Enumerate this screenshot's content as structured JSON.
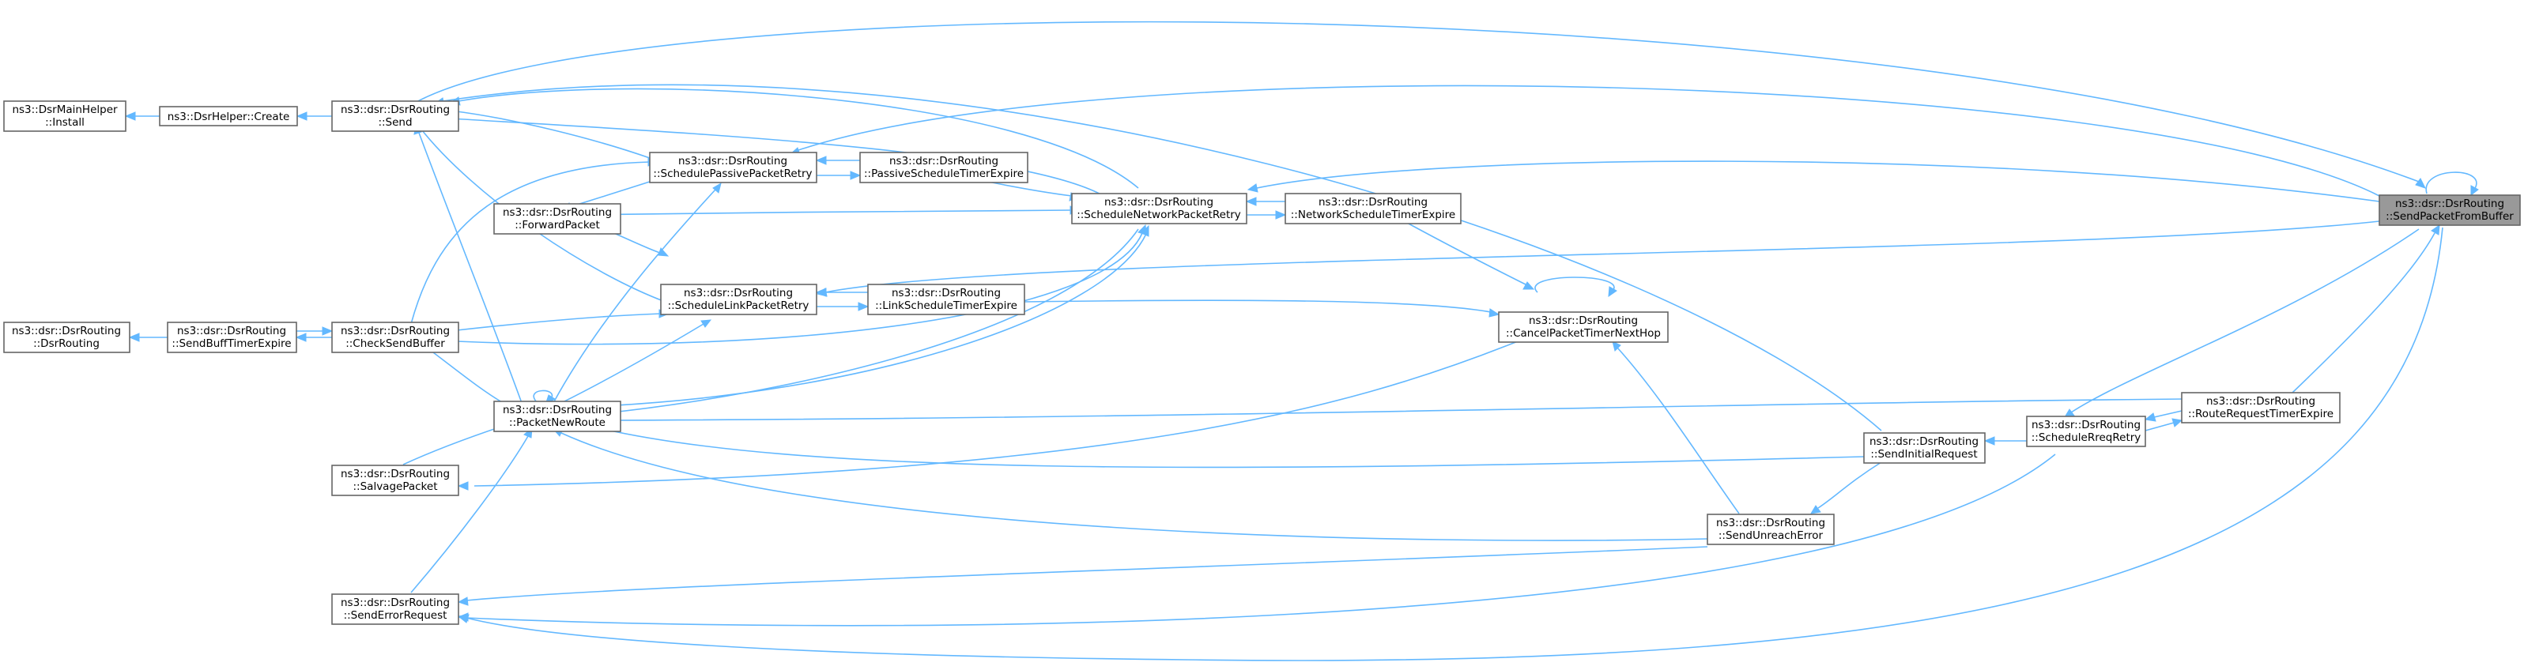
{
  "graph": {
    "kind": "doxygen caller graph",
    "nodes": [
      {
        "id": "mainHelperInstall",
        "lines": [
          "ns3::DsrMainHelper",
          "::Install"
        ],
        "focus": false
      },
      {
        "id": "helperCreate",
        "lines": [
          "ns3::DsrHelper::Create"
        ],
        "focus": false
      },
      {
        "id": "send",
        "lines": [
          "ns3::dsr::DsrRouting",
          "::Send"
        ],
        "focus": false
      },
      {
        "id": "ctor",
        "lines": [
          "ns3::dsr::DsrRouting",
          "::DsrRouting"
        ],
        "focus": false
      },
      {
        "id": "sendBuffTimerExpire",
        "lines": [
          "ns3::dsr::DsrRouting",
          "::SendBuffTimerExpire"
        ],
        "focus": false
      },
      {
        "id": "checkSendBuffer",
        "lines": [
          "ns3::dsr::DsrRouting",
          "::CheckSendBuffer"
        ],
        "focus": false
      },
      {
        "id": "forwardPacket",
        "lines": [
          "ns3::dsr::DsrRouting",
          "::ForwardPacket"
        ],
        "focus": false
      },
      {
        "id": "packetNewRoute",
        "lines": [
          "ns3::dsr::DsrRouting",
          "::PacketNewRoute"
        ],
        "focus": false
      },
      {
        "id": "salvagePacket",
        "lines": [
          "ns3::dsr::DsrRouting",
          "::SalvagePacket"
        ],
        "focus": false
      },
      {
        "id": "sendErrorRequest",
        "lines": [
          "ns3::dsr::DsrRouting",
          "::SendErrorRequest"
        ],
        "focus": false
      },
      {
        "id": "schedulePassive",
        "lines": [
          "ns3::dsr::DsrRouting",
          "::SchedulePassivePacketRetry"
        ],
        "focus": false
      },
      {
        "id": "scheduleLink",
        "lines": [
          "ns3::dsr::DsrRouting",
          "::ScheduleLinkPacketRetry"
        ],
        "focus": false
      },
      {
        "id": "passiveTimerExpire",
        "lines": [
          "ns3::dsr::DsrRouting",
          "::PassiveScheduleTimerExpire"
        ],
        "focus": false
      },
      {
        "id": "linkTimerExpire",
        "lines": [
          "ns3::dsr::DsrRouting",
          "::LinkScheduleTimerExpire"
        ],
        "focus": false
      },
      {
        "id": "scheduleNetwork",
        "lines": [
          "ns3::dsr::DsrRouting",
          "::ScheduleNetworkPacketRetry"
        ],
        "focus": false
      },
      {
        "id": "networkTimerExpire",
        "lines": [
          "ns3::dsr::DsrRouting",
          "::NetworkScheduleTimerExpire"
        ],
        "focus": false
      },
      {
        "id": "cancelNextHop",
        "lines": [
          "ns3::dsr::DsrRouting",
          "::CancelPacketTimerNextHop"
        ],
        "focus": false
      },
      {
        "id": "sendUnreach",
        "lines": [
          "ns3::dsr::DsrRouting",
          "::SendUnreachError"
        ],
        "focus": false
      },
      {
        "id": "sendInitial",
        "lines": [
          "ns3::dsr::DsrRouting",
          "::SendInitialRequest"
        ],
        "focus": false
      },
      {
        "id": "scheduleRreq",
        "lines": [
          "ns3::dsr::DsrRouting",
          "::ScheduleRreqRetry"
        ],
        "focus": false
      },
      {
        "id": "rreqTimerExpire",
        "lines": [
          "ns3::dsr::DsrRouting",
          "::RouteRequestTimerExpire"
        ],
        "focus": false
      },
      {
        "id": "sendFromBuffer",
        "lines": [
          "ns3::dsr::DsrRouting",
          "::SendPacketFromBuffer"
        ],
        "focus": true
      }
    ],
    "colors": {
      "edge": "#63b8ff",
      "node_border": "#666666",
      "focus_fill": "#999999",
      "node_fill": "#ffffff"
    }
  }
}
